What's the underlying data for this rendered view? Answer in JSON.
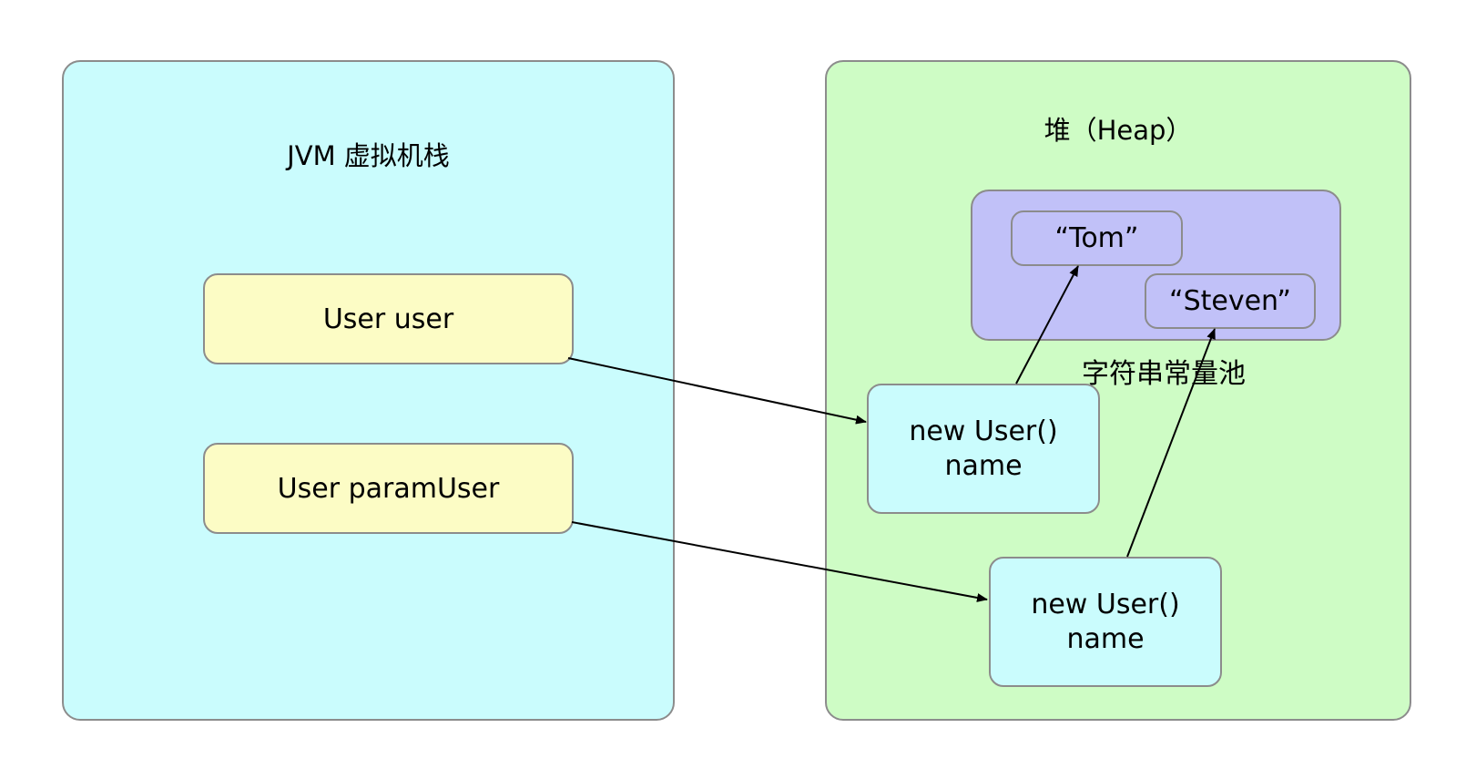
{
  "stack": {
    "title": "JVM 虚拟机栈",
    "fill": "#cafcfd",
    "variables": [
      {
        "label": "User user"
      },
      {
        "label": "User paramUser"
      }
    ],
    "variable_fill": "#fcfcc5"
  },
  "heap": {
    "title": "堆（Heap）",
    "fill": "#cefcc5",
    "string_pool": {
      "label": "字符串常量池",
      "fill": "#c1c1f8",
      "strings": [
        {
          "label": "“Tom”"
        },
        {
          "label": "“Steven”"
        }
      ]
    },
    "objects": [
      {
        "line1": "new User()",
        "line2": "name"
      },
      {
        "line1": "new User()",
        "line2": "name"
      }
    ],
    "object_fill": "#cafcfd"
  },
  "connections": [
    {
      "from": "User user",
      "to": "new User() #1"
    },
    {
      "from": "User paramUser",
      "to": "new User() #2"
    },
    {
      "from": "new User() #1 name",
      "to": "“Tom”"
    },
    {
      "from": "new User() #2 name",
      "to": "“Steven”"
    }
  ],
  "colors": {
    "border": "#8c8c8c",
    "arrow": "#000000"
  }
}
